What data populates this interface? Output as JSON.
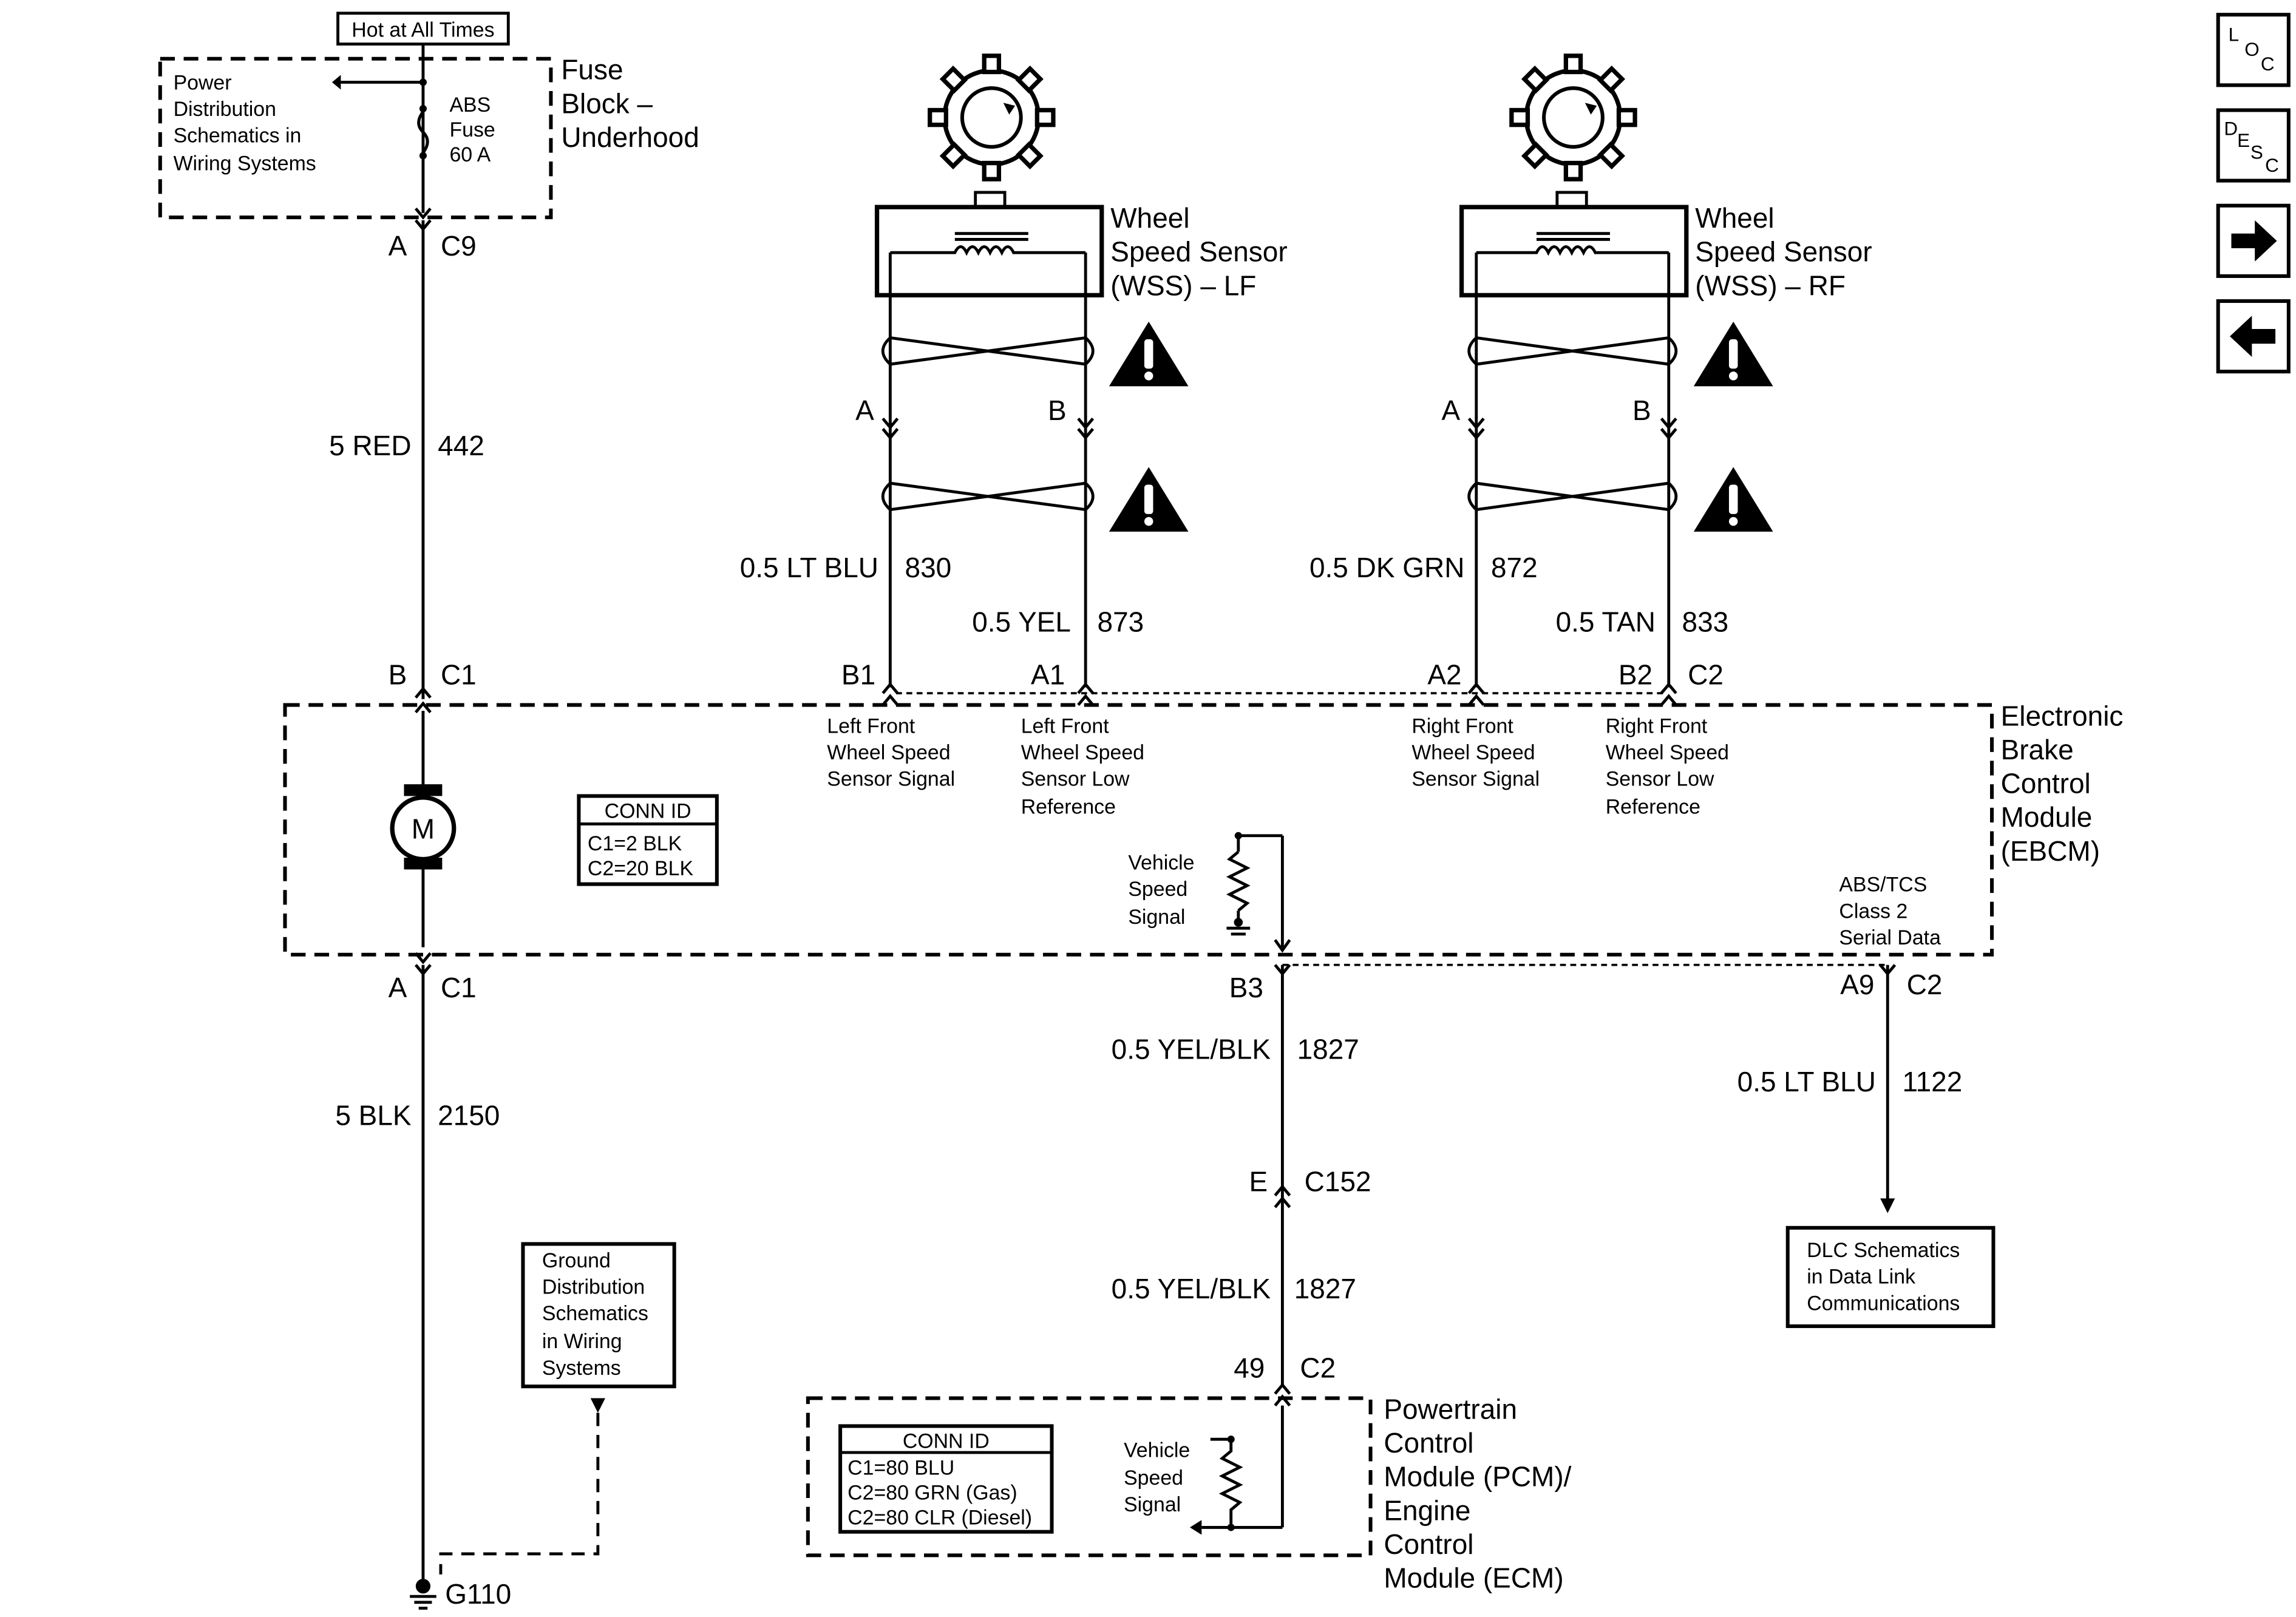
{
  "fuse_block": {
    "hot_label": "Hot at All Times",
    "power_dist": [
      "Power",
      "Distribution",
      "Schematics in",
      "Wiring Systems"
    ],
    "fuse": [
      "ABS",
      "Fuse",
      "60 A"
    ],
    "title": [
      "Fuse",
      "Block –",
      "Underhood"
    ]
  },
  "connectors": {
    "c9_pin": "A",
    "c9": "C9",
    "c1_top_pin": "B",
    "c1_top": "C1",
    "c1_bot_pin": "A",
    "c1_bot": "C1",
    "lf_b1": "B1",
    "lf_a1": "A1",
    "rf_a2": "A2",
    "rf_b2": "B2",
    "rf_c2": "C2",
    "b3": "B3",
    "a9": "A9",
    "c2_bot": "C2",
    "e": "E",
    "c152": "C152",
    "pcm_pin": "49",
    "pcm_c2": "C2",
    "lf_a": "A",
    "lf_b": "B",
    "rf_a": "A",
    "rf_b": "B",
    "ground": "G110"
  },
  "wires": {
    "w442_size": "5 RED",
    "w442": "442",
    "w830_size": "0.5 LT BLU",
    "w830": "830",
    "w873_size": "0.5 YEL",
    "w873": "873",
    "w872_size": "0.5 DK GRN",
    "w872": "872",
    "w833_size": "0.5 TAN",
    "w833": "833",
    "w2150_size": "5 BLK",
    "w2150": "2150",
    "w1827a_size": "0.5 YEL/BLK",
    "w1827a": "1827",
    "w1827b_size": "0.5 YEL/BLK",
    "w1827b": "1827",
    "w1122_size": "0.5 LT BLU",
    "w1122": "1122"
  },
  "sensors": {
    "lf_title": [
      "Wheel",
      "Speed Sensor",
      "(WSS) – LF"
    ],
    "rf_title": [
      "Wheel",
      "Speed Sensor",
      "(WSS) – RF"
    ]
  },
  "ebcm": {
    "title": [
      "Electronic",
      "Brake",
      "Control",
      "Module",
      "(EBCM)"
    ],
    "motor": "M",
    "conn_id_title": "CONN ID",
    "conn_id": [
      "C1=2 BLK",
      "C2=20 BLK"
    ],
    "lf_signal": [
      "Left Front",
      "Wheel Speed",
      "Sensor Signal"
    ],
    "lf_low": [
      "Left Front",
      "Wheel Speed",
      "Sensor Low",
      "Reference"
    ],
    "rf_signal": [
      "Right Front",
      "Wheel Speed",
      "Sensor Signal"
    ],
    "rf_low": [
      "Right Front",
      "Wheel Speed",
      "Sensor Low",
      "Reference"
    ],
    "vss": [
      "Vehicle",
      "Speed",
      "Signal"
    ],
    "serial": [
      "ABS/TCS",
      "Class 2",
      "Serial Data"
    ]
  },
  "pcm": {
    "title": [
      "Powertrain",
      "Control",
      "Module (PCM)/",
      "Engine",
      "Control",
      "Module (ECM)"
    ],
    "conn_id_title": "CONN ID",
    "conn_id": [
      "C1=80 BLU",
      "C2=80 GRN (Gas)",
      "C2=80 CLR (Diesel)"
    ],
    "vss": [
      "Vehicle",
      "Speed",
      "Signal"
    ]
  },
  "ground_dist": [
    "Ground",
    "Distribution",
    "Schematics",
    "in Wiring",
    "Systems"
  ],
  "dlc": [
    "DLC Schematics",
    "in Data Link",
    "Communications"
  ],
  "nav": {
    "loc": [
      "L",
      "O",
      "C"
    ],
    "desc": [
      "D",
      "E",
      "S",
      "C"
    ],
    "next_icon": "arrow-right-icon",
    "prev_icon": "arrow-left-icon"
  }
}
